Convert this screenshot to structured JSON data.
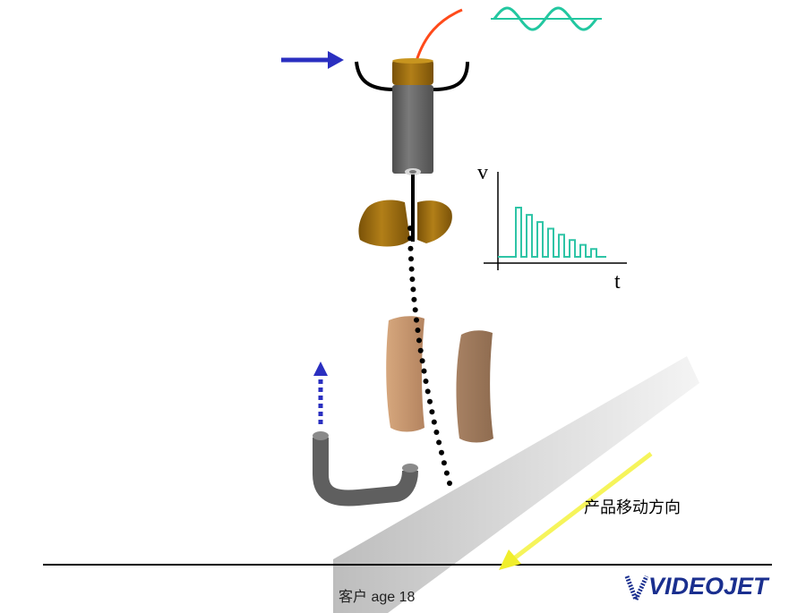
{
  "graph": {
    "ylabel": "v",
    "xlabel": "t",
    "pulses": [
      0.82,
      0.7,
      0.58,
      0.47,
      0.37,
      0.28,
      0.2,
      0.13
    ]
  },
  "product_direction_label": "产品移动方向",
  "footer": {
    "page_text": "客户                   age 18"
  },
  "brand": {
    "name": "VIDEOJET"
  },
  "colors": {
    "wave": "#22c7a0",
    "pulse": "#2ec4a6",
    "arrow_blue": "#2a2fc0",
    "arrow_yellow": "#f4f24a",
    "wire": "#ff4a1a",
    "brass": "#9a6a10",
    "plate": "#b98c66",
    "gutter": "#5f5f5f",
    "brand": "#1a2f8f"
  }
}
